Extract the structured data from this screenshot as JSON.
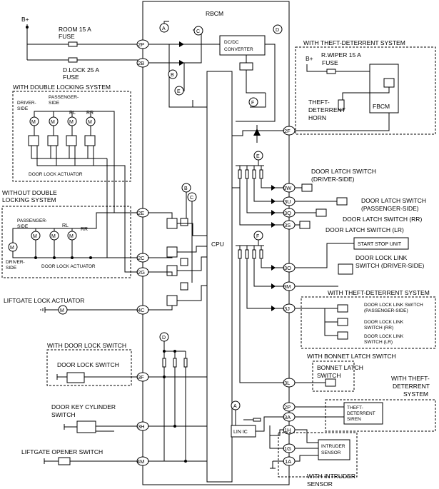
{
  "rbcm": {
    "title": "RBCM",
    "cpu": "CPU",
    "dcdc": "DC/DC\nCONVERTER",
    "lin_ic": "LIN IC"
  },
  "power": {
    "b_plus": "B+",
    "room_fuse": "ROOM 15 A",
    "room_fuse2": "FUSE",
    "dlock_fuse": "D.LOCK 25 A",
    "dlock_fuse2": "FUSE"
  },
  "groups": {
    "double_lock": "WITH DOUBLE LOCKING SYSTEM",
    "without_double_1": "WITHOUT DOUBLE",
    "without_double_2": "LOCKING SYSTEM",
    "theft_top": "WITH THEFT-DETERRENT SYSTEM",
    "theft_mid": "WITH THEFT-DETERRENT SYSTEM",
    "door_lock_switch_group": "WITH DOOR LOCK SWITCH",
    "bonnet_group": "WITH BONNET LATCH SWITCH",
    "theft_siren_1": "WITH THEFT-",
    "theft_siren_2": "DETERRENT",
    "theft_siren_3": "SYSTEM",
    "intruder_group_1": "WITH INTRUDER",
    "intruder_group_2": "SENSOR"
  },
  "actuators": {
    "driver_side": "DRIVER-\nSIDE",
    "passenger_side": "PASSENGER-\nSIDE",
    "rl": "RL",
    "rr": "RR",
    "door_lock_actuator": "DOOR LOCK ACTUATOR",
    "passenger_side2": "PASSENGER-\nSIDE",
    "driver_side2": "DRIVER-\nSIDE",
    "door_lock_actuator2": "DOOR LOCK ACTUATOR",
    "liftgate_lock": "LIFTGATE LOCK ACTUATOR"
  },
  "theft_top": {
    "b_plus": "B+",
    "rwiper": "R.WIPER 15 A",
    "fuse": "FUSE",
    "horn1": "THEFT-",
    "horn2": "DETERRENT",
    "horn3": "HORN",
    "fbcm": "FBCM"
  },
  "switches": {
    "latch_driver_1": "DOOR LATCH SWITCH",
    "latch_driver_2": "(DRIVER-SIDE)",
    "latch_pass_1": "DOOR LATCH SWITCH",
    "latch_pass_2": "(PASSENGER-SIDE)",
    "latch_rr": "DOOR LATCH SWITCH (RR)",
    "latch_lr": "DOOR LATCH SWITCH (LR)",
    "start_stop": "START STOP UNIT",
    "link_driver_1": "DOOR LOCK LINK",
    "link_driver_2": "SWITCH (DRIVER-SIDE)",
    "link_pass_1": "DOOR LOCK LINK SWITCH",
    "link_pass_2": "(PASSENGER-SIDE)",
    "link_rr_1": "DOOR LOCK LINK",
    "link_rr_2": "SWITCH (RR)",
    "link_lr_1": "DOOR LOCK LINK",
    "link_lr_2": "SWITCH (LR)",
    "door_lock_switch": "DOOR LOCK SWITCH",
    "key_cyl_1": "DOOR KEY CYLINDER",
    "key_cyl_2": "SWITCH",
    "bonnet_1": "BONNET LATCH",
    "bonnet_2": "SWITCH",
    "siren_1": "THEFT-",
    "siren_2": "DETERRENT",
    "siren_3": "SIREN",
    "intruder_1": "INTRUDER",
    "intruder_2": "SENSOR",
    "liftgate_opener": "LIFTGATE OPENER SWITCH"
  },
  "markers": [
    "A",
    "B",
    "C",
    "D",
    "E",
    "F"
  ],
  "pins": {
    "p2P": "2P",
    "p2B": "2B",
    "p2E": "2E",
    "p2C": "2C",
    "p2G": "2G",
    "p4C": "4C",
    "p3F": "3F",
    "p3H": "3H",
    "p4M": "4M",
    "p2F": "2F",
    "p3W": "3W",
    "p3U": "3U",
    "p3Q": "3Q",
    "p3S": "3S",
    "p3O": "3O",
    "p3M": "3M",
    "p3J": "3J",
    "p3L": "3L",
    "p2Pr": "2P",
    "p3A": "3A",
    "p1H": "1H",
    "p1G": "1G",
    "p1A": "1A"
  },
  "motor_symbol": "M"
}
